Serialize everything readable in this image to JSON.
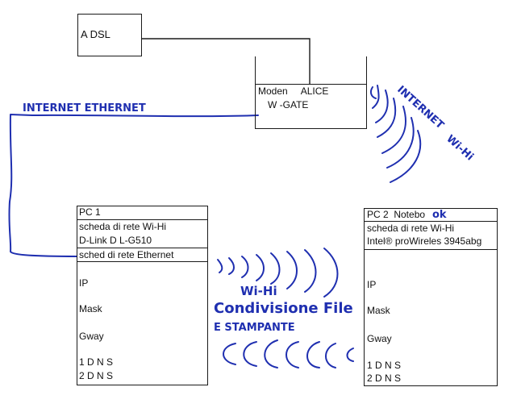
{
  "adsl": {
    "label": "A DSL"
  },
  "modem": {
    "line1": "Moden     ALICE",
    "line2": "W -GATE"
  },
  "hand_labels": {
    "internet_ethernet": "INTERNET   ETHERNET",
    "internet_wifi_1": "INTERNET",
    "internet_wifi_2": "Wi-Hi",
    "wifi": "Wi-Hi",
    "condivisione": "Condivisione File",
    "stampante": "E STAMPANTE",
    "ok": "ok"
  },
  "pc1": {
    "title": "PC 1",
    "wifi_card_1": "scheda  di rete Wi-Hi",
    "wifi_card_2": "D-Link D L-G510",
    "eth_card": "sched  di rete Ethernet",
    "ip": "IP",
    "mask": "Mask",
    "gway": "Gway",
    "dns1": "1 D N S",
    "dns2": "2 D N S"
  },
  "pc2": {
    "title": "PC 2  Notebo",
    "wifi_card_1": "scheda  di rete Wi-Hi",
    "wifi_card_2": "Intel® proWireles 3945abg",
    "ip": "IP",
    "mask": "Mask",
    "gway": "Gway",
    "dns1": "1 D N S",
    "dns2": "2 D N S"
  },
  "colors": {
    "ink_blue": "#1f2fb0",
    "line_black": "#1a1a1a"
  }
}
